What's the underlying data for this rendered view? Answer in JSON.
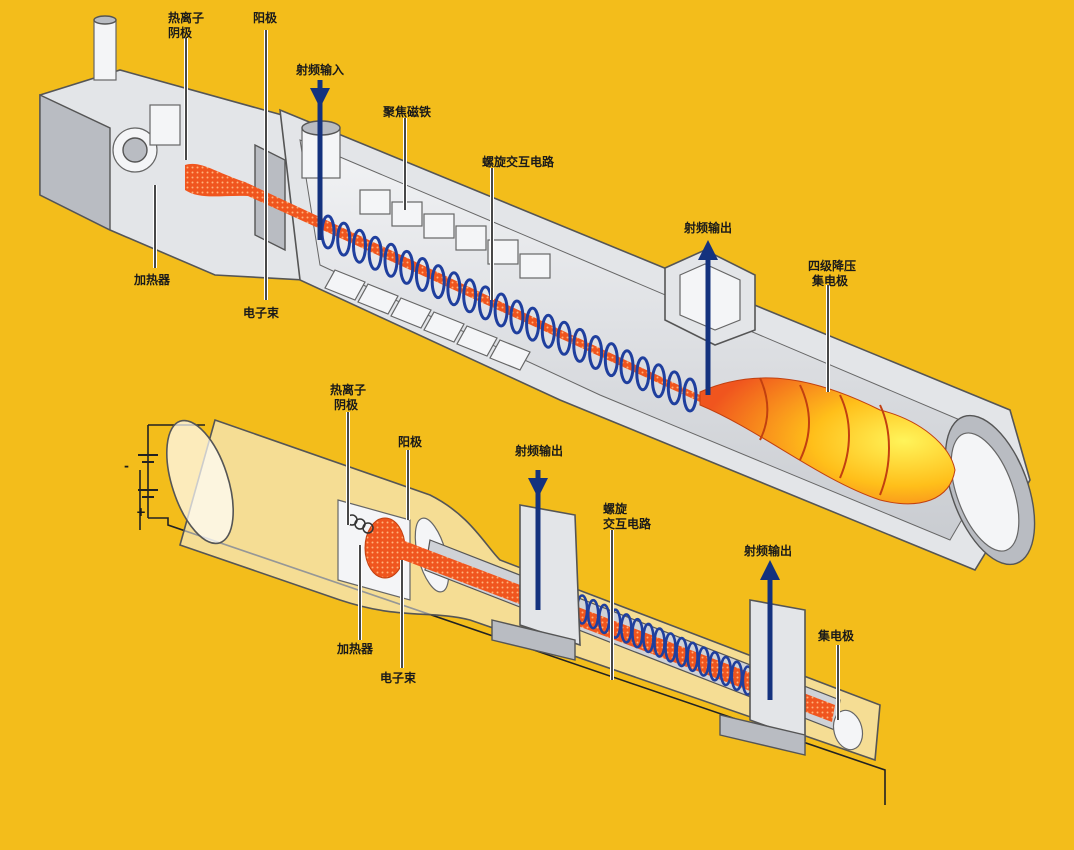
{
  "colors": {
    "background": "#f3bd1b",
    "tube_body": "#e3e5e8",
    "tube_shadow": "#b9bcc2",
    "beam": "#f0551e",
    "beam_core": "#ffd21a",
    "helix": "#1f3f9e",
    "rf_arrow": "#14327e"
  },
  "top": {
    "labels": {
      "thermionic_cathode_l1": "热离子",
      "thermionic_cathode_l2": "阴极",
      "anode": "阳极",
      "rf_input": "射频输入",
      "focus_magnet": "聚焦磁铁",
      "helix": "螺旋交互电路",
      "rf_output": "射频输出",
      "collector_l1": "四级降压",
      "collector_l2": "集电极",
      "heater": "加热器",
      "electron_beam": "电子束"
    }
  },
  "bottom": {
    "labels": {
      "thermionic_cathode_l1": "热离子",
      "thermionic_cathode_l2": "阴极",
      "anode": "阳极",
      "rf_input": "射频输出",
      "helix_l1": "螺旋",
      "helix_l2": "交互电路",
      "rf_output": "射频输出",
      "collector": "集电极",
      "heater": "加热器",
      "electron_beam": "电子束",
      "plus": "+",
      "minus": "-"
    }
  }
}
